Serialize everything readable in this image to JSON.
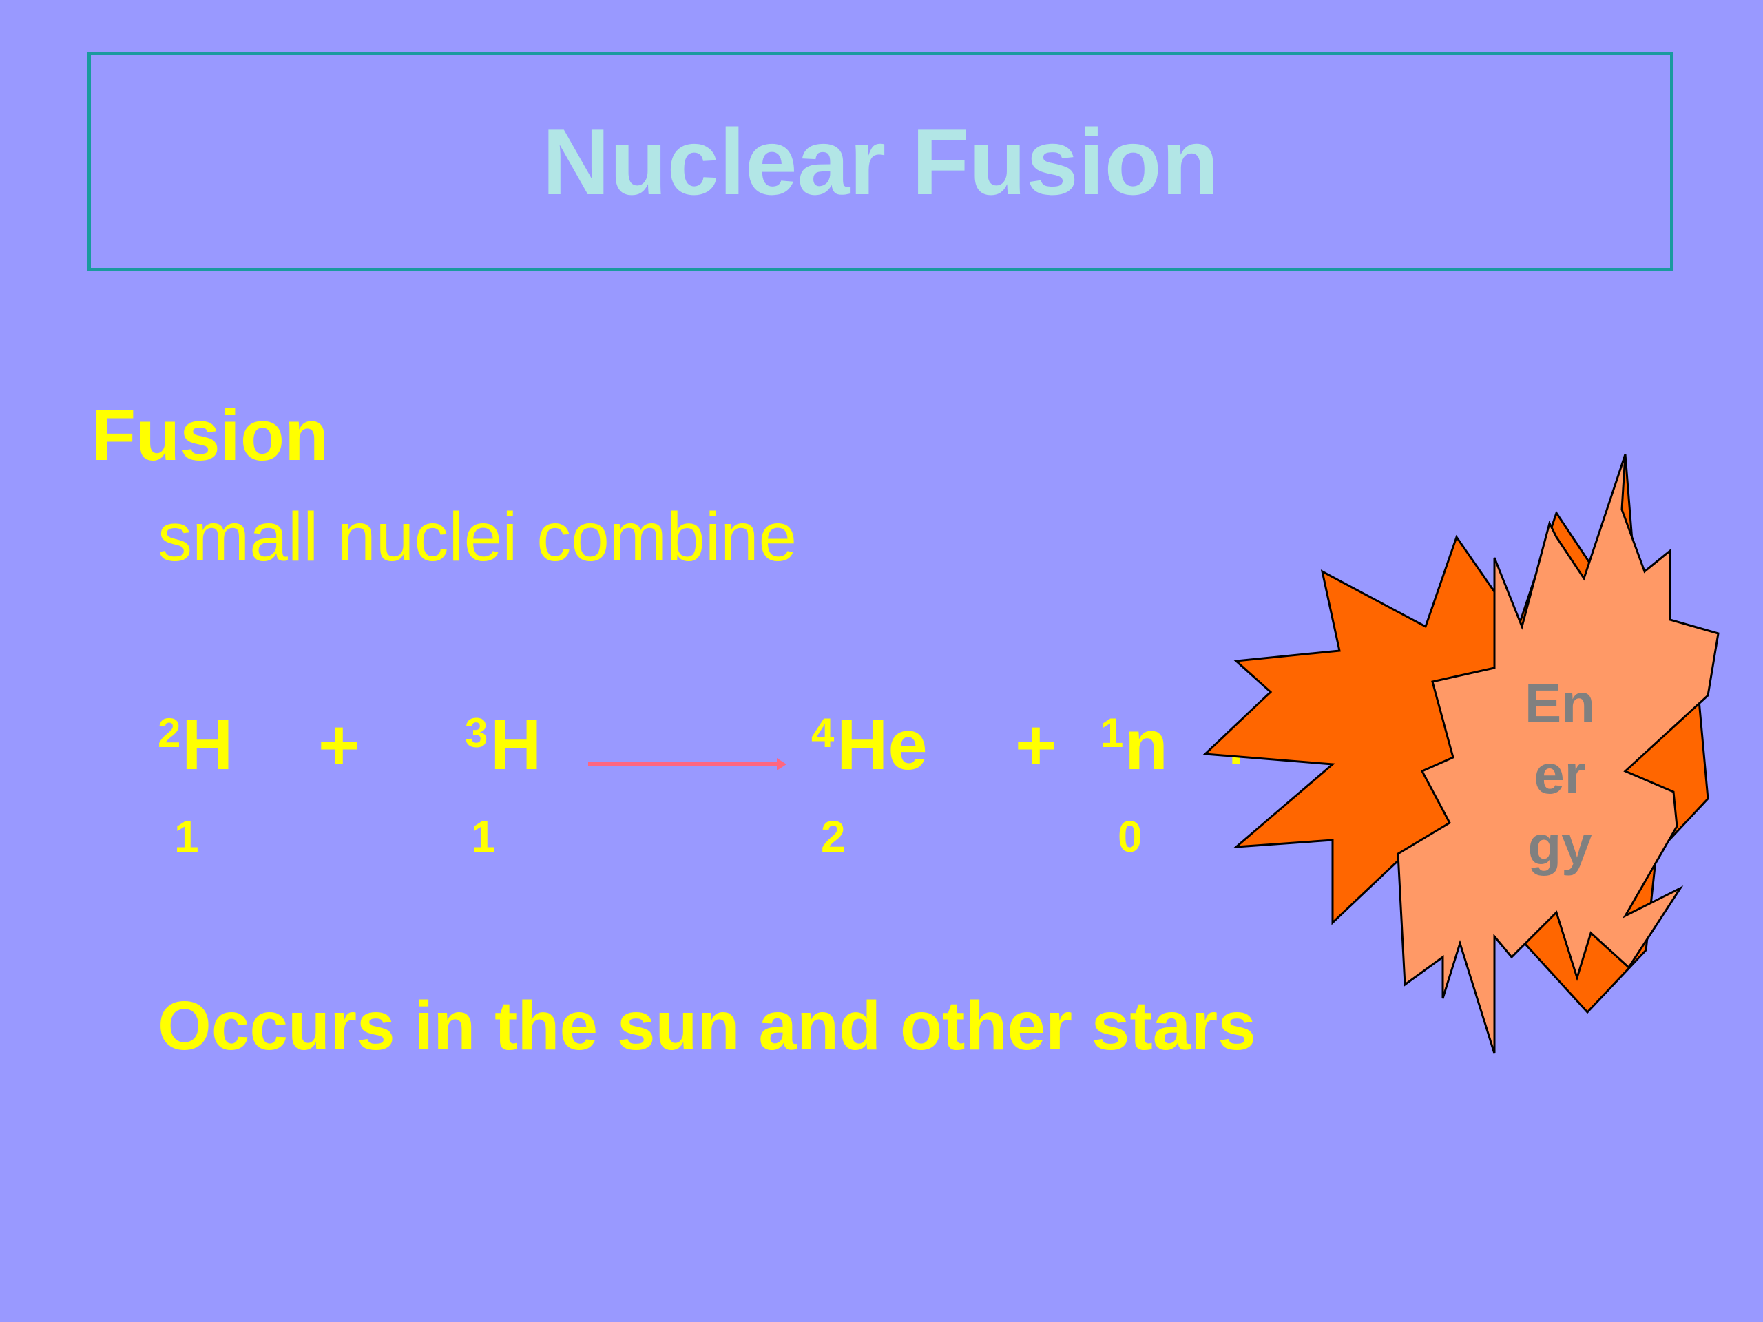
{
  "title": "Nuclear Fusion",
  "heading": "Fusion",
  "subtitle": "small nuclei combine",
  "equation": {
    "r1": {
      "mass": "2",
      "symbol": "H",
      "atomic": "1"
    },
    "plus1": "+",
    "r2": {
      "mass": "3",
      "symbol": "H",
      "atomic": "1"
    },
    "p1": {
      "mass": "4",
      "symbol": "He",
      "atomic": "2"
    },
    "plus2": "+",
    "p2": {
      "mass": "1",
      "symbol": "n",
      "atomic": "0"
    },
    "plus3": "+"
  },
  "energy": {
    "line1": "En",
    "line2": "er",
    "line3": "gy"
  },
  "footer": "Occurs in the sun and other stars",
  "colors": {
    "background": "#9999FF",
    "text": "#FFFF00",
    "title": "#B2E6E6",
    "border": "#1A9A9E",
    "arrow": "#FF6680",
    "burst_back": "#FF6600",
    "burst_front": "#FF9966",
    "energy_text": "#808080"
  }
}
